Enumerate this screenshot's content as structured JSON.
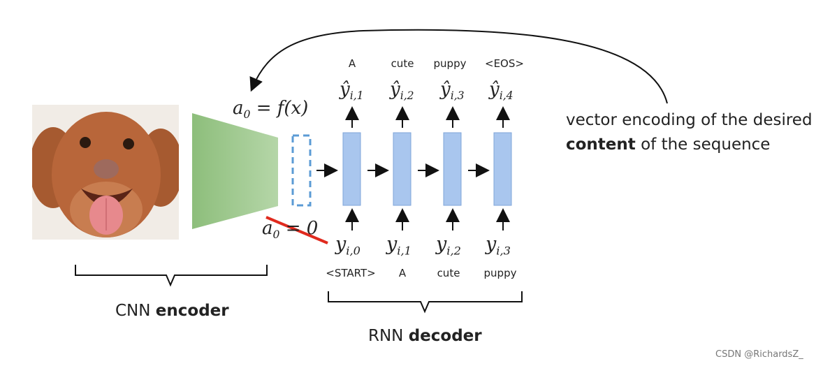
{
  "outputs": [
    {
      "word": "A",
      "symbol": "ŷ",
      "subscript": "i,1"
    },
    {
      "word": "cute",
      "symbol": "ŷ",
      "subscript": "i,2"
    },
    {
      "word": "puppy",
      "symbol": "ŷ",
      "subscript": "i,3"
    },
    {
      "word": "<EOS>",
      "symbol": "ŷ",
      "subscript": "i,4"
    }
  ],
  "inputs": [
    {
      "word": "<START>",
      "symbol": "y",
      "subscript": "i,0"
    },
    {
      "word": "A",
      "symbol": "y",
      "subscript": "i,1"
    },
    {
      "word": "cute",
      "symbol": "y",
      "subscript": "i,2"
    },
    {
      "word": "puppy",
      "symbol": "y",
      "subscript": "i,3"
    }
  ],
  "equations": {
    "top_lhs": "a",
    "top_sub": "0",
    "top_rhs": " = f(x)",
    "bottom_lhs": "a",
    "bottom_sub": "0",
    "bottom_rhs": " = 0"
  },
  "annotation": {
    "line1": "vector encoding of the desired",
    "line2_bold": "content",
    "line2_rest": " of the sequence"
  },
  "encoder": {
    "prefix": "CNN",
    "bold": "encoder"
  },
  "decoder": {
    "prefix": "RNN",
    "bold": "decoder"
  },
  "watermark": "CSDN @RichardsZ_",
  "colors": {
    "encoder_green": "#8fbf7f",
    "rnn_blue": "#a9c6ee",
    "rnn_border": "#7fa5d8",
    "dashed_blue": "#5b9bd5",
    "strike_red": "#e02a1e",
    "dog_fur": "#b8663a"
  },
  "icons": [
    "dog-photo",
    "arrow-up-icon",
    "arrow-right-icon",
    "curved-arrow-icon",
    "brace-icon"
  ]
}
